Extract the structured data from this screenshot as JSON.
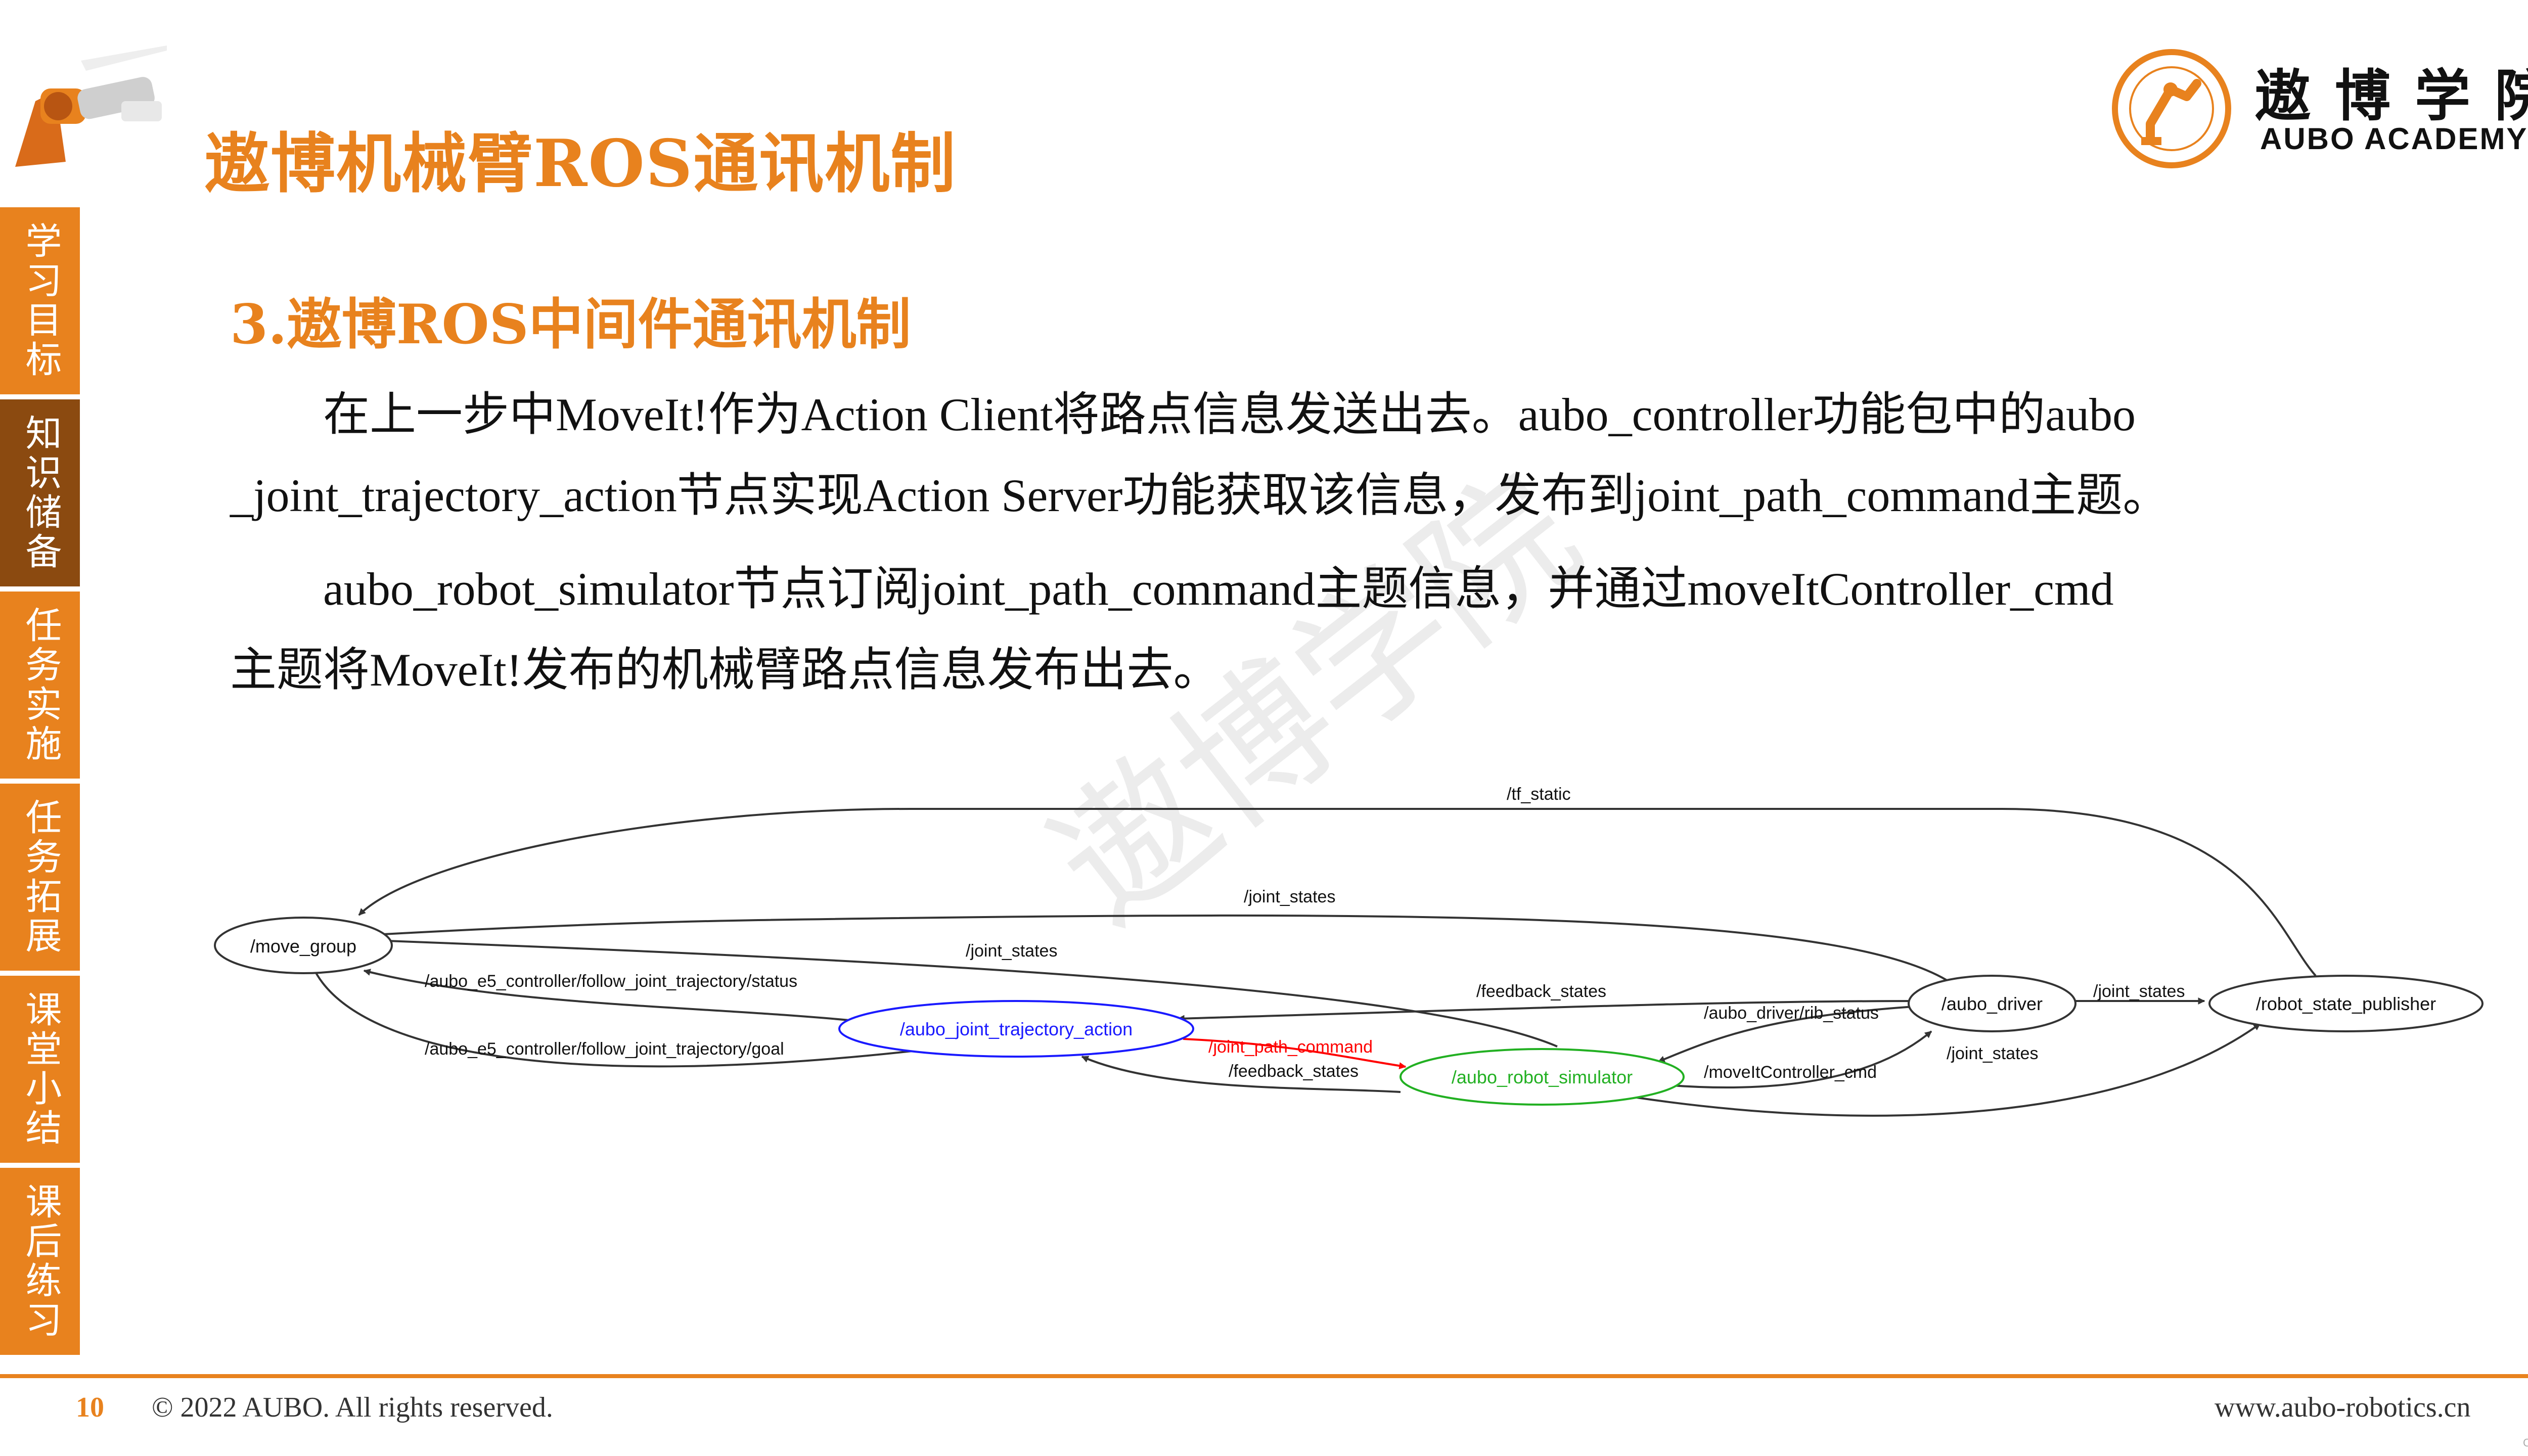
{
  "header": {
    "title": "遨博机械臂ROS通讯机制",
    "brand_name": "遨博学院",
    "brand_sub": "AUBO ACADEMY",
    "logo_text": "遨博学院 AUBO ACADEMY"
  },
  "sidebar": {
    "items": [
      {
        "label": "学习目标",
        "active": false
      },
      {
        "label": "知识储备",
        "active": true
      },
      {
        "label": "任务实施",
        "active": false
      },
      {
        "label": "任务拓展",
        "active": false
      },
      {
        "label": "课堂小结",
        "active": false
      },
      {
        "label": "课后练习",
        "active": false
      }
    ]
  },
  "main": {
    "section_title": "3.遨博ROS中间件通讯机制",
    "paragraphs": [
      {
        "lines": [
          "　　在上一步中MoveIt!作为Action Client将路点信息发送出去。aubo_controller功能包中的aubo",
          "_joint_trajectory_action节点实现Action Server功能获取该信息，发布到joint_path_command主题。"
        ]
      },
      {
        "lines": [
          "　　aubo_robot_simulator节点订阅joint_path_command主题信息，并通过moveItController_cmd",
          "主题将MoveIt!发布的机械臂路点信息发布出去。"
        ]
      }
    ],
    "watermark": "遨博学院"
  },
  "graph": {
    "nodes": {
      "move_group": "/move_group",
      "traj_action": "/aubo_joint_trajectory_action",
      "simulator": "/aubo_robot_simulator",
      "driver": "/aubo_driver",
      "rsp": "/robot_state_publisher"
    },
    "edges": {
      "tf_static": "/tf_static",
      "joint_states_top": "/joint_states",
      "joint_states_mid": "/joint_states",
      "status": "/aubo_e5_controller/follow_joint_trajectory/status",
      "goal": "/aubo_e5_controller/follow_joint_trajectory/goal",
      "feedback_top": "/feedback_states",
      "rib_status": "/aubo_driver/rib_status",
      "joint_path_command": "/joint_path_command",
      "feedback_bottom": "/feedback_states",
      "moveit_cmd": "/moveItController_cmd",
      "joint_states_driver": "/joint_states",
      "joint_states_rsp": "/joint_states"
    },
    "colors": {
      "traj_action": "#1a1aff",
      "simulator": "#22b022",
      "joint_path_command": "#ff0000",
      "default": "#333333"
    }
  },
  "footer": {
    "page_number": "10",
    "copyright": "© 2022 AUBO. All rights reserved.",
    "website": "www.aubo-robotics.cn",
    "corner_mark": "CSDN @遨博学院"
  },
  "theme": {
    "accent": "#E8821E",
    "sidebar_active": "#8B4A10"
  }
}
